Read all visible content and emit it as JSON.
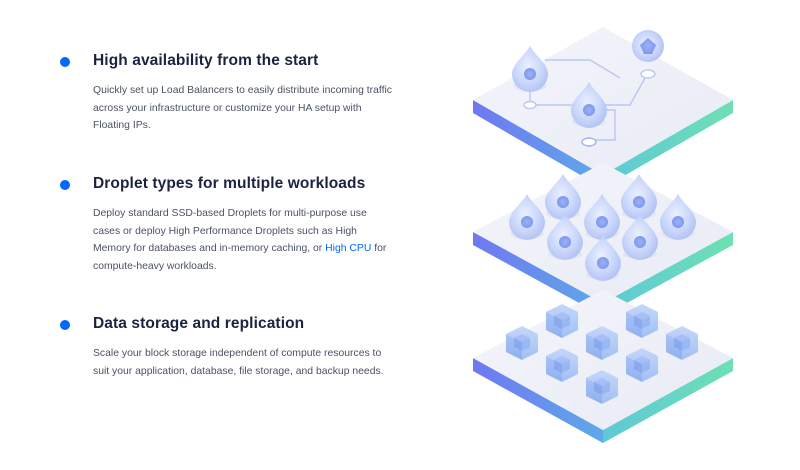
{
  "features": [
    {
      "title": "High availability from the start",
      "description": "Quickly set up Load Balancers to easily distribute incoming traffic across your infrastructure or customize your HA setup with Floating IPs."
    },
    {
      "title": "Droplet types for multiple workloads",
      "description_before": "Deploy standard SSD-based Droplets for multi-purpose use cases or deploy High Performance Droplets such as High Memory for databases and in-memory caching, or ",
      "link_label": "High CPU",
      "description_after": " for compute-heavy workloads."
    },
    {
      "title": "Data storage and replication",
      "description": "Scale your block storage independent of compute resources to suit your application, database, file storage, and backup needs."
    }
  ],
  "colors": {
    "accent": "#0069ff",
    "heading": "#1b2340",
    "body_text": "#4b5266",
    "platform_edge_start": "#6b7cff",
    "platform_edge_end": "#5fe0b0"
  },
  "illustration": {
    "layers": [
      "load-balancer-platform",
      "droplets-platform",
      "block-storage-platform"
    ]
  }
}
